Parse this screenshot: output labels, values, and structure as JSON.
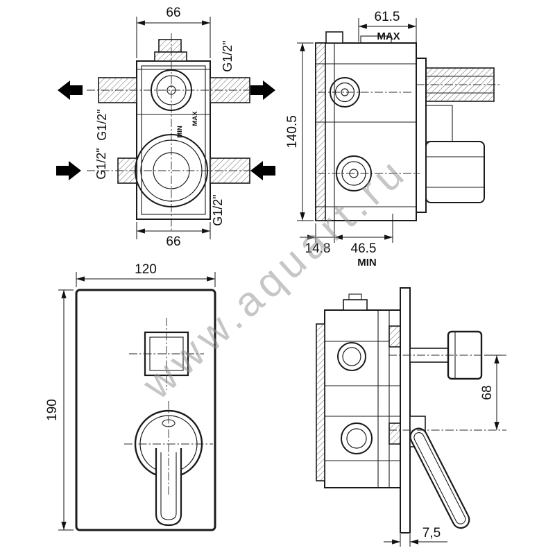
{
  "watermark": "www.aquart.ru",
  "valve_front": {
    "dim_width_top": "66",
    "dim_width_bottom": "66",
    "thread_outlet_top": "G1/2\"",
    "thread_left_upper": "G1/2\"",
    "thread_left_lower": "G1/2\"",
    "thread_right_lower": "G1/2\"",
    "label_max": "MAX",
    "label_min": "MIN"
  },
  "valve_side": {
    "dim_depth_max": "61.5",
    "label_max": "MAX",
    "dim_height": "140.5",
    "dim_wall_min": "14.8",
    "dim_depth_min": "46.5",
    "label_min": "MIN"
  },
  "trim_front": {
    "dim_width": "120",
    "dim_height": "190"
  },
  "trim_side": {
    "dim_handle_spacing": "68",
    "dim_plate_thickness": "7,5"
  }
}
